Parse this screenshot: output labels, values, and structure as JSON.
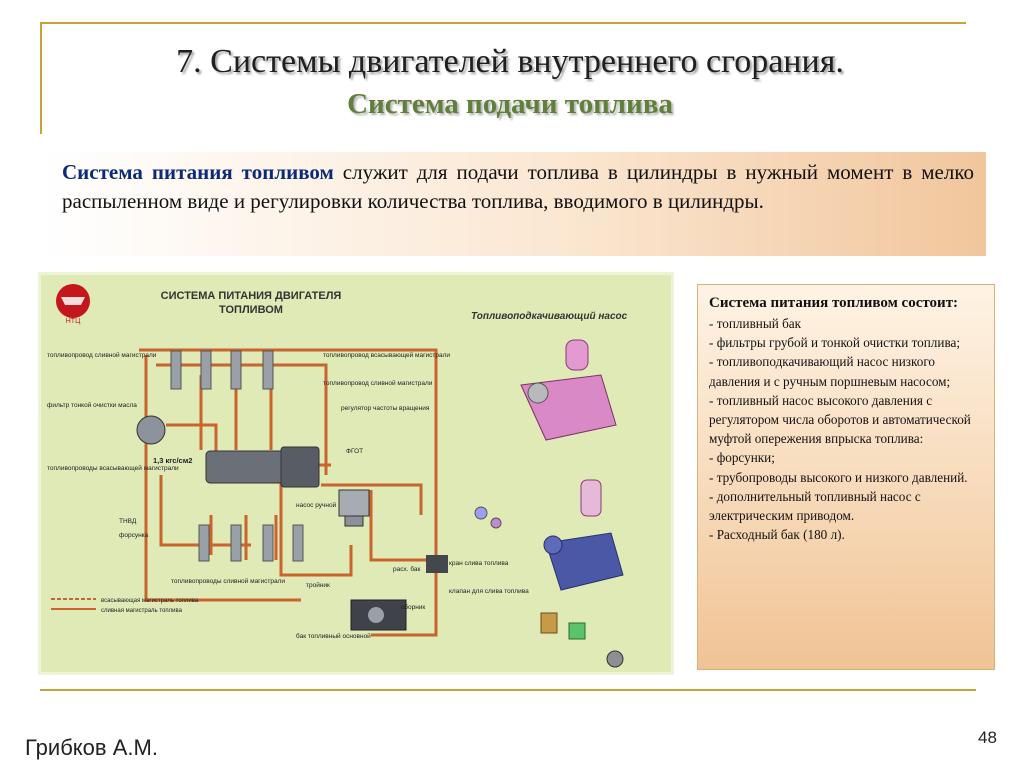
{
  "title": {
    "line1": "7. Системы двигателей внутреннего сгорания.",
    "line2": "Система подачи топлива"
  },
  "intro": {
    "lead": "Система питания топливом",
    "rest": " служит для   подачи топлива  в цилиндры в нужный момент в мелко распыленном виде и регулировки количества топлива, вводимого в цилиндры."
  },
  "diagram": {
    "title_line1": "СИСТЕМА ПИТАНИЯ ДВИГАТЕЛЯ",
    "title_line2": "ТОПЛИВОМ",
    "pump_title": "Топливоподкачивающий насос",
    "logo_text": "НТЦ",
    "pressure": "1,3 кгс/см2",
    "labels": {
      "left_drain": "топливопровод сливной магистрали",
      "left_filter": "фильтр тонкой очистки масла",
      "left_suction": "топливопроводы всасывающей магистрали",
      "tnvd": "ТНВД",
      "injector": "форсунка",
      "right_drain": "топливопровод всасывающей магистрали",
      "right_drain2": "топливопровод сливной магистрали",
      "regulator": "регулятор частоты вращения",
      "fgot": "ФГОТ",
      "hand_pump": "насос ручной",
      "drain_lines": "топливопроводы сливной магистрали",
      "tee": "тройник",
      "drain_tap": "кран слива топлива",
      "drain_valve": "клапан для слива топлива",
      "drain_tank": "расх. бак",
      "strainer": "сборник",
      "main_tank": "бак топливный основной"
    },
    "legend": {
      "suction": "всасывающая магистраль топлива",
      "drain": "сливная магистраль топлива"
    }
  },
  "side": {
    "heading": "Система питания топливом состоит:",
    "items": [
      "- топливный бак",
      "- фильтры грубой и тонкой очистки топлива;",
      "- топливоподкачивающий насос низкого давления и с ручным поршневым насосом;",
      "- топливный насос высокого давления с регулятором числа оборотов и автоматической муфтой опережения впрыска топлива:",
      "- форсунки;",
      "- трубопроводы высокого и низкого давлений.",
      "- дополнительный топливный насос с электрическим приводом.",
      "- Расходный бак (180 л)."
    ]
  },
  "footer": {
    "author": "Грибков А.М.",
    "page": "48"
  },
  "colors": {
    "frame": "#c9a33a",
    "title_green": "#5f7f3a",
    "lead_blue": "#0c2a7a",
    "pipe": "#c8642c",
    "diagram_bg": "#dfeab7"
  }
}
